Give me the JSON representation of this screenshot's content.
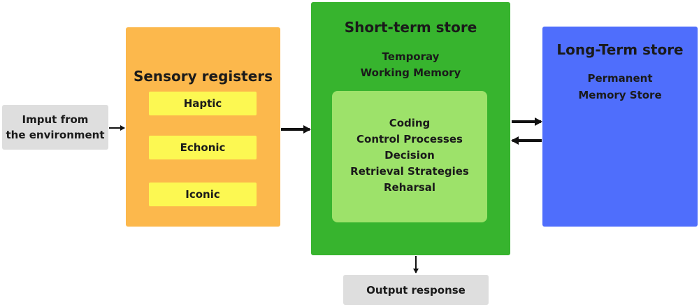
{
  "input": {
    "line1": "Imput from",
    "line2": "the environment"
  },
  "sensory": {
    "title": "Sensory registers",
    "items": [
      "Haptic",
      "Echonic",
      "Iconic"
    ]
  },
  "short_term": {
    "title": "Short-term store",
    "subtitle_line1": "Temporay",
    "subtitle_line2": "Working Memory",
    "processes": [
      "Coding",
      "Control Processes",
      "Decision",
      "Retrieval Strategies",
      "Reharsal"
    ]
  },
  "long_term": {
    "title": "Long-Term store",
    "subtitle_line1": "Permanent",
    "subtitle_line2": "Memory Store"
  },
  "output": {
    "label": "Output response"
  },
  "colors": {
    "sensory": "#fcb84c",
    "sensory_item": "#fcf852",
    "short_term": "#37b42e",
    "short_term_inner": "#9de26a",
    "long_term": "#4f6efc",
    "io_box": "#dedede"
  }
}
